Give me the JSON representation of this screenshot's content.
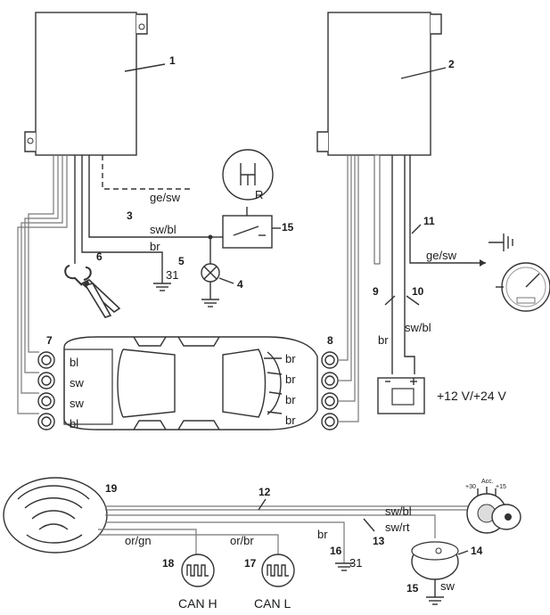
{
  "callouts": {
    "n1": "1",
    "n2": "2",
    "n3": "3",
    "n4": "4",
    "n5": "5",
    "n6": "6",
    "n7": "7",
    "n8": "8",
    "n9": "9",
    "n10": "10",
    "n11": "11",
    "n12": "12",
    "n13": "13",
    "n14": "14",
    "n15a": "15",
    "n15b": "15",
    "n16": "16",
    "n17": "17",
    "n18": "18",
    "n19": "19"
  },
  "wire_labels": {
    "ge_sw_left": "ge/sw",
    "sw_bl_left": "sw/bl",
    "br_left": "br",
    "ground_31_left": "31",
    "ge_sw_right": "ge/sw",
    "br_right": "br",
    "sw_bl_right": "sw/bl",
    "sw_bl_bottom": "sw/bl",
    "sw_rt_bottom": "sw/rt",
    "br_bottom": "br",
    "ground_31_bottom": "31",
    "or_gn": "or/gn",
    "or_br": "or/br",
    "sw_bottom": "sw"
  },
  "connectors_left": [
    "bl",
    "sw",
    "sw",
    "bl"
  ],
  "connectors_right": [
    "br",
    "br",
    "br",
    "br"
  ],
  "battery_label": "+12 V/+24 V",
  "gear_label": "R",
  "can_high": "CAN H",
  "can_low": "CAN L",
  "ignition_labels": {
    "plus30": "+30",
    "acc": "Acc.",
    "plus15": "+15"
  }
}
